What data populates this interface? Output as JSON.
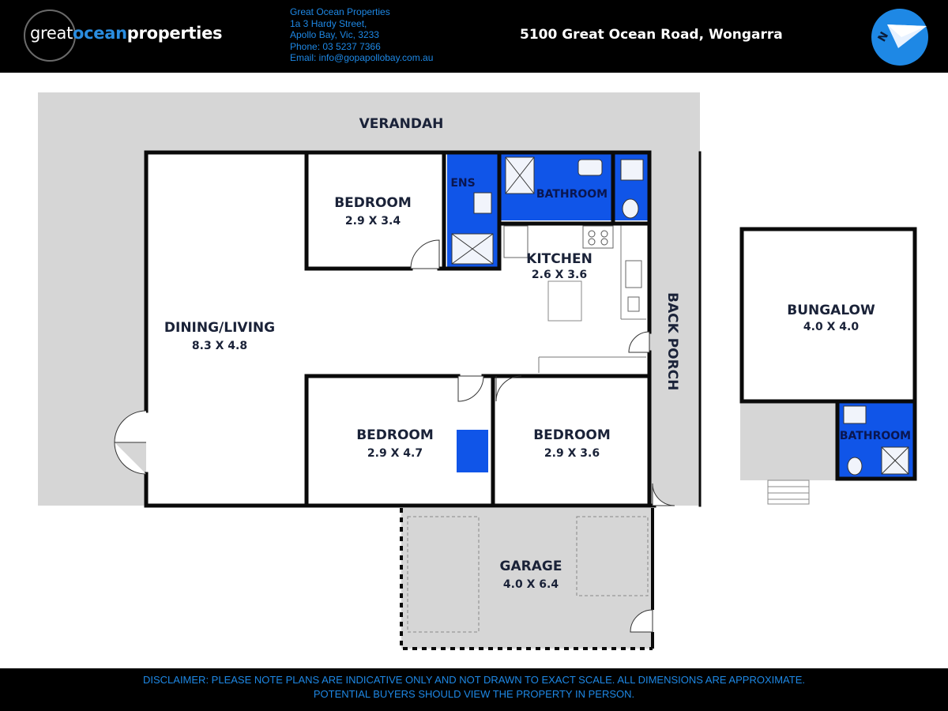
{
  "header": {
    "logo": {
      "part1": "great",
      "part2": "ocean",
      "part3": "properties"
    },
    "contact": {
      "company": "Great Ocean Properties",
      "street": "1a 3 Hardy Street,",
      "city": "Apollo Bay, Vic, 3233",
      "phone": "Phone: 03 5237 7366",
      "email": "Email: info@gopapollobay.com.au"
    },
    "address": "5100 Great Ocean Road, Wongarra",
    "compass_label": "N",
    "compass_icon": "north-arrow-icon"
  },
  "plan": {
    "verandah": "VERANDAH",
    "back_porch": "BACK PORCH",
    "rooms": {
      "dining_living": {
        "name": "DINING/LIVING",
        "dim": "8.3 X 4.8"
      },
      "bedroom_top": {
        "name": "BEDROOM",
        "dim": "2.9 X 3.4"
      },
      "ensuite": {
        "name": "ENS"
      },
      "bathroom_main": {
        "name": "BATHROOM"
      },
      "kitchen": {
        "name": "KITCHEN",
        "dim": "2.6 X 3.6"
      },
      "bedroom_mid": {
        "name": "BEDROOM",
        "dim": "2.9 X 4.7"
      },
      "bedroom_right": {
        "name": "BEDROOM",
        "dim": "2.9 X 3.6"
      },
      "garage": {
        "name": "GARAGE",
        "dim": "4.0 X 6.4"
      },
      "bungalow": {
        "name": "BUNGALOW",
        "dim": "4.0 X 4.0"
      },
      "bungalow_bath": {
        "name": "BATHROOM"
      }
    },
    "colors": {
      "wall": "#0a0a0a",
      "outdoor": "#d6d6d6",
      "wet": "#1055e8",
      "text": "#1a2238",
      "accent": "#1e88e5"
    }
  },
  "footer": {
    "line1": "DISCLAIMER: PLEASE NOTE PLANS ARE INDICATIVE ONLY AND NOT DRAWN TO EXACT SCALE. ALL DIMENSIONS ARE APPROXIMATE.",
    "line2": "POTENTIAL BUYERS SHOULD VIEW THE PROPERTY IN PERSON."
  }
}
